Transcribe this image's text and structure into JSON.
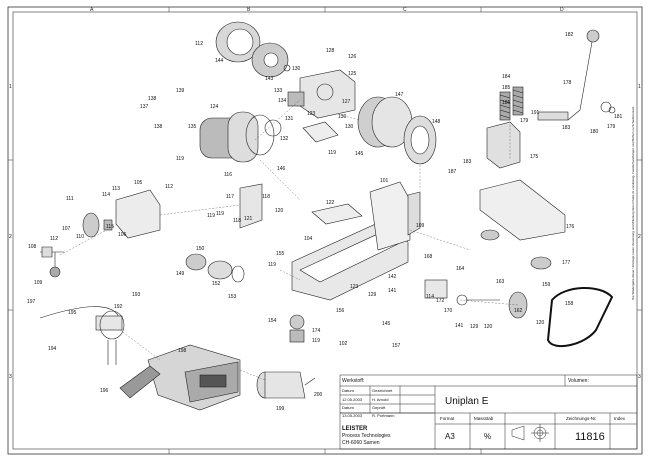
{
  "grid": {
    "columns": [
      "A",
      "B",
      "C",
      "D"
    ],
    "rows": [
      "1",
      "2",
      "3"
    ]
  },
  "side_note": "Die Wiedergabe dieser Unterlage sowie Verwertung und Mitteilung ihres Inhalts ist unzulässig. Zuwiderhandlungen verpflichten zu Schadenersatz.",
  "part_labels": [
    "101",
    "102",
    "103",
    "104",
    "105",
    "106",
    "107",
    "108",
    "109",
    "110",
    "111",
    "112",
    "113",
    "114",
    "115",
    "116",
    "117",
    "118",
    "119",
    "120",
    "121",
    "122",
    "123",
    "124",
    "125",
    "126",
    "127",
    "128",
    "129",
    "130",
    "131",
    "132",
    "133",
    "134",
    "135",
    "136",
    "137",
    "138",
    "139",
    "140",
    "141",
    "142",
    "143",
    "144",
    "145",
    "146",
    "147",
    "148",
    "149",
    "150",
    "151",
    "152",
    "153",
    "154",
    "155",
    "156",
    "157",
    "158",
    "159",
    "160",
    "161",
    "162",
    "163",
    "164",
    "165",
    "166",
    "167",
    "168",
    "169",
    "170",
    "171",
    "172",
    "173",
    "174",
    "175",
    "176",
    "177",
    "178",
    "179",
    "180",
    "181",
    "182",
    "183",
    "184",
    "185",
    "186",
    "187",
    "188",
    "189",
    "190",
    "191",
    "192",
    "193",
    "194",
    "195",
    "196",
    "197",
    "198",
    "199",
    "200"
  ],
  "title_block": {
    "werkstoff_label": "Werkstoff:",
    "volumen_label": "Volumen:",
    "datum_label": "Datum",
    "gezeichnet_label": "Gezeichnet",
    "geprueft_label": "Geprüft",
    "datum1": "12.05.2003",
    "name1": "H. Arnold",
    "datum2": "13.05.2003",
    "name2": "R. Portmann",
    "title": "Uniplan E",
    "company1": "LEISTER",
    "company2": "Process Technologies",
    "company3": "CH-6060 Sarnen",
    "format_label": "Format",
    "massstab_label": "Massstab",
    "zeichnung_label": "Zeichnungs-Nr.",
    "index_label": "Index",
    "format": "A3",
    "massstab": "%",
    "zeichnung_nr": "11816"
  },
  "colors": {
    "line": "#222222",
    "shade": "#bdbdbd",
    "dark": "#555555"
  }
}
